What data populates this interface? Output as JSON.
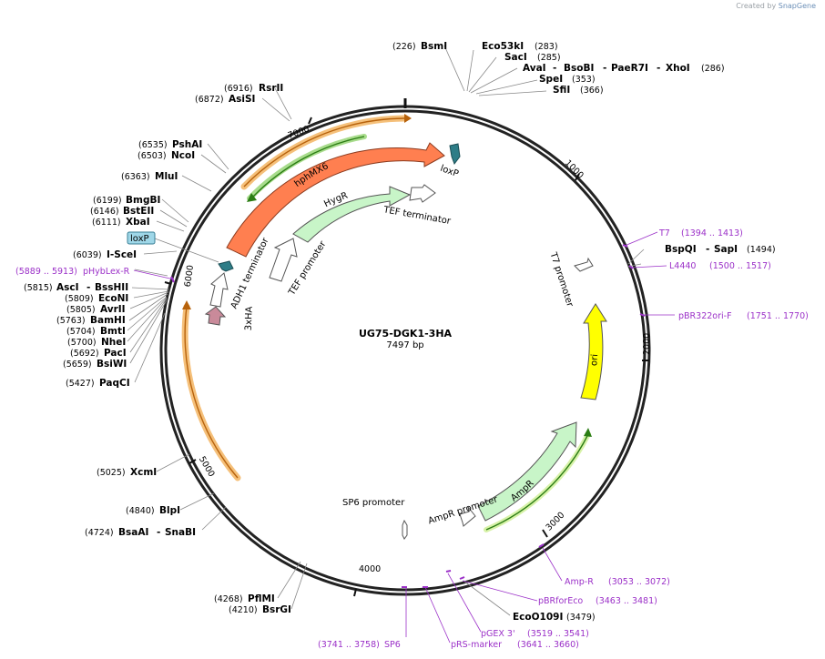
{
  "credit": {
    "prefix": "Created by",
    "brand": "SnapGene"
  },
  "plasmid": {
    "name": "UG75-DGK1-3HA",
    "length_label": "7497 bp"
  },
  "ticks": [
    "1000",
    "2000",
    "3000",
    "4000",
    "5000",
    "6000",
    "7000"
  ],
  "enzymes": {
    "BsmI": "BsmI",
    "BsmI_pos": "(226)",
    "Eco53kI": "Eco53kI",
    "Eco53kI_pos": "(283)",
    "SacI": "SacI",
    "SacI_pos": "(285)",
    "AvaI": "AvaI",
    "BsoBI": "BsoBI",
    "PaeR7I": "PaeR7I",
    "XhoI": "XhoI",
    "XhoI_pos": "(286)",
    "SpeI": "SpeI",
    "SpeI_pos": "(353)",
    "SfiI": "SfiI",
    "SfiI_pos": "(366)",
    "RsrII": "RsrII",
    "RsrII_pos": "(6916)",
    "AsiSI": "AsiSI",
    "AsiSI_pos": "(6872)",
    "PshAI": "PshAI",
    "PshAI_pos": "(6535)",
    "NcoI": "NcoI",
    "NcoI_pos": "(6503)",
    "MluI": "MluI",
    "MluI_pos": "(6363)",
    "BmgBI": "BmgBI",
    "BmgBI_pos": "(6199)",
    "BstEII": "BstEII",
    "BstEII_pos": "(6146)",
    "XbaI": "XbaI",
    "XbaI_pos": "(6111)",
    "ISceI": "I-SceI",
    "ISceI_pos": "(6039)",
    "AscI": "AscI",
    "BssHII": "BssHII",
    "AscI_pos": "(5815)",
    "EcoNI": "EcoNI",
    "EcoNI_pos": "(5809)",
    "AvrII": "AvrII",
    "AvrII_pos": "(5805)",
    "BamHI": "BamHI",
    "BamHI_pos": "(5763)",
    "BmtI": "BmtI",
    "BmtI_pos": "(5704)",
    "NheI": "NheI",
    "NheI_pos": "(5700)",
    "PacI": "PacI",
    "PacI_pos": "(5692)",
    "BsiWI": "BsiWI",
    "BsiWI_pos": "(5659)",
    "PaqCI": "PaqCI",
    "PaqCI_pos": "(5427)",
    "XcmI": "XcmI",
    "XcmI_pos": "(5025)",
    "BlpI": "BlpI",
    "BlpI_pos": "(4840)",
    "BsaAI": "BsaAI",
    "SnaBI": "SnaBI",
    "BsaAI_pos": "(4724)",
    "PflMI": "PflMI",
    "PflMI_pos": "(4268)",
    "BsrGI": "BsrGI",
    "BsrGI_pos": "(4210)",
    "BspQI": "BspQI",
    "SapI": "SapI",
    "SapI_pos": "(1494)",
    "EcoO109I": "EcoO109I",
    "EcoO109I_pos": "(3479)"
  },
  "primers": {
    "T7": "T7",
    "T7_range": "(1394 .. 1413)",
    "L4440": "L4440",
    "L4440_range": "(1500 .. 1517)",
    "pBR322oriF": "pBR322ori-F",
    "pBR322oriF_range": "(1751 .. 1770)",
    "AmpR": "Amp-R",
    "AmpR_range": "(3053 .. 3072)",
    "pBRforEco": "pBRforEco",
    "pBRforEco_range": "(3463 .. 3481)",
    "pGEX3": "pGEX 3'",
    "pGEX3_range": "(3519 .. 3541)",
    "pRSmarker": "pRS-marker",
    "pRSmarker_range": "(3641 .. 3660)",
    "SP6": "SP6",
    "SP6_range": "(3741 .. 3758)",
    "pHybLexR": "pHybLex-R",
    "pHybLexR_range": "(5889 .. 5913)"
  },
  "features": {
    "loxP_top": "loxP",
    "loxP_left": "loxP",
    "hphMX6": "hphMX6",
    "HygR": "HygR",
    "TEF_terminator": "TEF terminator",
    "TEF_promoter": "TEF promoter",
    "ADH1_terminator": "ADH1 terminator",
    "HA3": "3xHA",
    "T7_promoter": "T7 promoter",
    "ori": "ori",
    "AmpR": "AmpR",
    "AmpR_promoter": "AmpR promoter",
    "SP6_promoter": "SP6 promoter"
  },
  "colors": {
    "backbone": "#222222",
    "primer": "#9b30c8",
    "hph": "#ff7f50",
    "resistance": "#c8f5c8",
    "ori": "#ffff00",
    "ha": "#c98a9a",
    "loxp": "#2e7d87",
    "orange_band": "#f5a623",
    "green_band": "#33a02c"
  }
}
